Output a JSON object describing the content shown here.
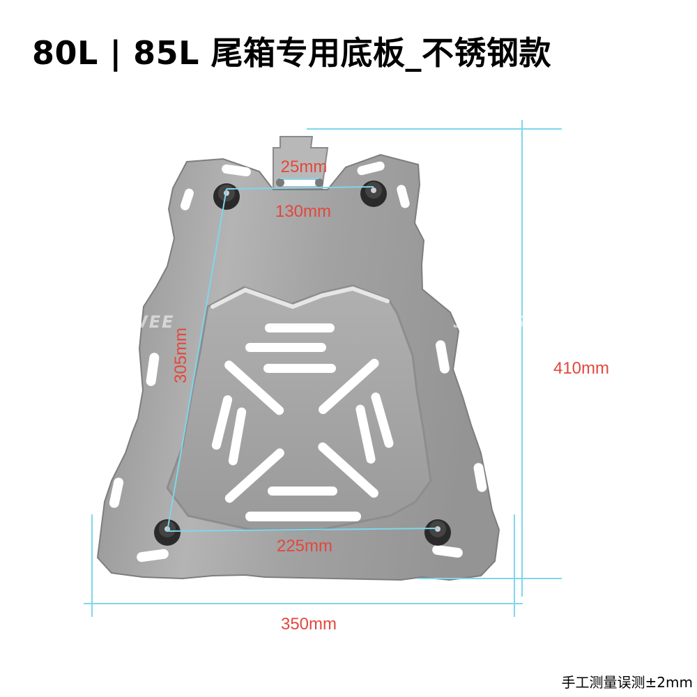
{
  "title": "80L | 85L 尾箱专用底板_不锈钢款",
  "dimensions": {
    "bracket_width": "25mm",
    "top_mount_spacing": "130mm",
    "side_mount_spacing": "305mm",
    "bottom_mount_spacing": "225mm",
    "total_height": "410mm",
    "total_width": "350mm"
  },
  "watermark": "SWEE",
  "footnote": "手工测量误测±2mm",
  "colors": {
    "dimension_text": "#e3473c",
    "dimension_line": "#7fd6ec",
    "plate": "#a6a6a6"
  }
}
